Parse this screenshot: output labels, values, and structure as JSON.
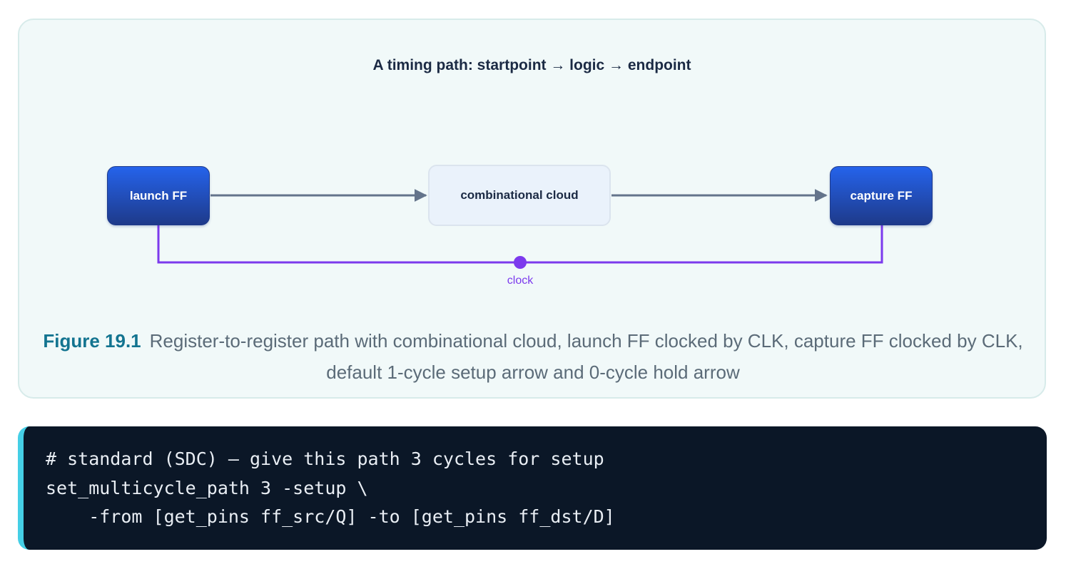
{
  "diagram": {
    "title": "A timing path: startpoint → logic → endpoint",
    "nodes": {
      "launch": "launch FF",
      "cloud": "combinational cloud",
      "capture": "capture FF"
    },
    "clock_label": "clock",
    "colors": {
      "ff_top": "#2563eb",
      "ff_bottom": "#1e3a8a",
      "arrow": "#64748b",
      "clock": "#7c3aed",
      "card_bg": "#f1f9f9"
    }
  },
  "caption": {
    "label": "Figure 19.1",
    "text": "Register-to-register path with combinational cloud, launch FF clocked by CLK, capture FF clocked by CLK, default 1-cycle setup arrow and 0-cycle hold arrow"
  },
  "code": {
    "lines": [
      "# standard (SDC) — give this path 3 cycles for setup",
      "set_multicycle_path 3 -setup \\",
      "    -from [get_pins ff_src/Q] -to [get_pins ff_dst/D]"
    ],
    "accent_color": "#45cfe6"
  }
}
